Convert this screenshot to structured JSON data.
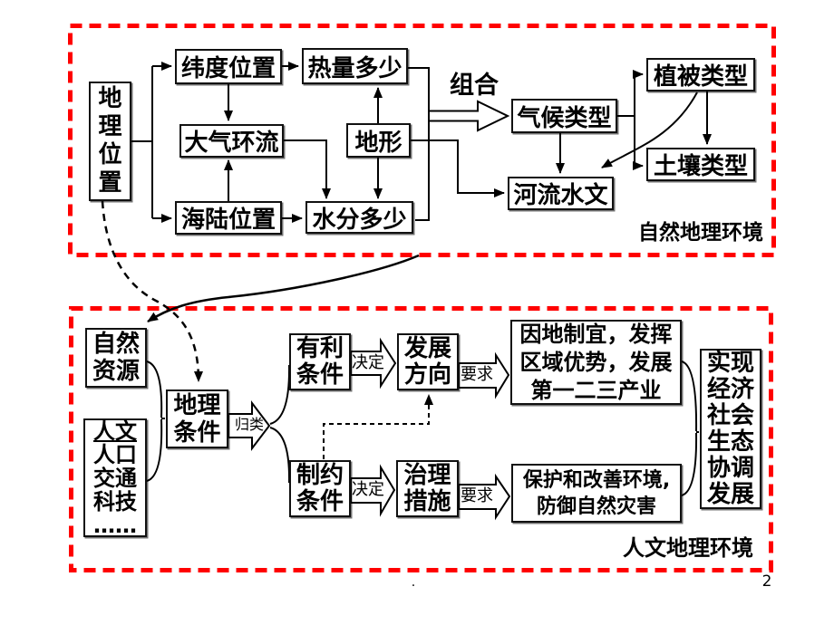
{
  "slide": {
    "page_number": "2",
    "footer_dot": ".",
    "colors": {
      "frame_red": "#ff0000",
      "ink": "#000000",
      "box_fill": "#ffffff"
    }
  },
  "natural_section": {
    "frame_label": "自然地理环境",
    "combine_label": "组合",
    "nodes": {
      "location": "地\n理\n位\n置",
      "latitude": "纬度位置",
      "heat": "热量多少",
      "circulation": "大气环流",
      "terrain": "地形",
      "sea_land": "海陆位置",
      "moisture": "水分多少",
      "climate": "气候类型",
      "vegetation": "植被类型",
      "soil": "土壤类型",
      "hydrology": "河流水文"
    }
  },
  "human_section": {
    "frame_label": "人文地理环境",
    "classify_label": "归类",
    "decide_label": "决定",
    "require_label": "要求",
    "nodes": {
      "natural_resources": "自然\n资源",
      "human_factors_underlined": "人文",
      "human_factors_rest": "人口\n交通\n科技\n……",
      "geo_conditions": "地理\n条件",
      "favorable": "有利\n条件",
      "constraint": "制约\n条件",
      "development_direction": "发展\n方向",
      "treatment_measures": "治理\n措施",
      "industry_goal": "因地制宜，发挥\n区域优势，发展\n第一二三产业",
      "protection_goal": "保护和改善环境,\n防御自然灾害",
      "coordination_goal": "实现\n经济\n社会\n生态\n协调\n发展"
    }
  }
}
